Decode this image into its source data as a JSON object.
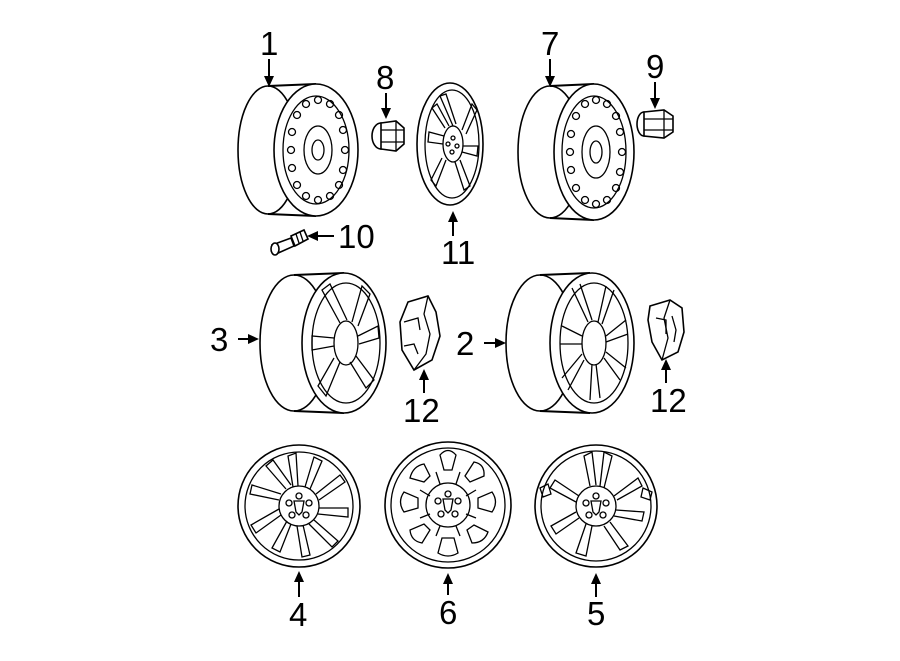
{
  "diagram": {
    "callouts": [
      {
        "id": "c1",
        "label": "1",
        "part": "steel-wheel"
      },
      {
        "id": "c2",
        "label": "2",
        "part": "aluminum-wheel-split-spoke"
      },
      {
        "id": "c3",
        "label": "3",
        "part": "aluminum-wheel-7-spoke"
      },
      {
        "id": "c4",
        "label": "4",
        "part": "wheel-10-spoke-front-view"
      },
      {
        "id": "c5",
        "label": "5",
        "part": "wheel-7-double-spoke-front-view"
      },
      {
        "id": "c6",
        "label": "6",
        "part": "wheel-cover-front-view"
      },
      {
        "id": "c7",
        "label": "7",
        "part": "spare-steel-wheel"
      },
      {
        "id": "c8",
        "label": "8",
        "part": "lug-nut"
      },
      {
        "id": "c9",
        "label": "9",
        "part": "lug-nut"
      },
      {
        "id": "c10",
        "label": "10",
        "part": "wheel-stud"
      },
      {
        "id": "c11",
        "label": "11",
        "part": "wheel-cover"
      },
      {
        "id": "c12a",
        "label": "12",
        "part": "center-cap"
      },
      {
        "id": "c12b",
        "label": "12",
        "part": "center-cap"
      }
    ]
  }
}
